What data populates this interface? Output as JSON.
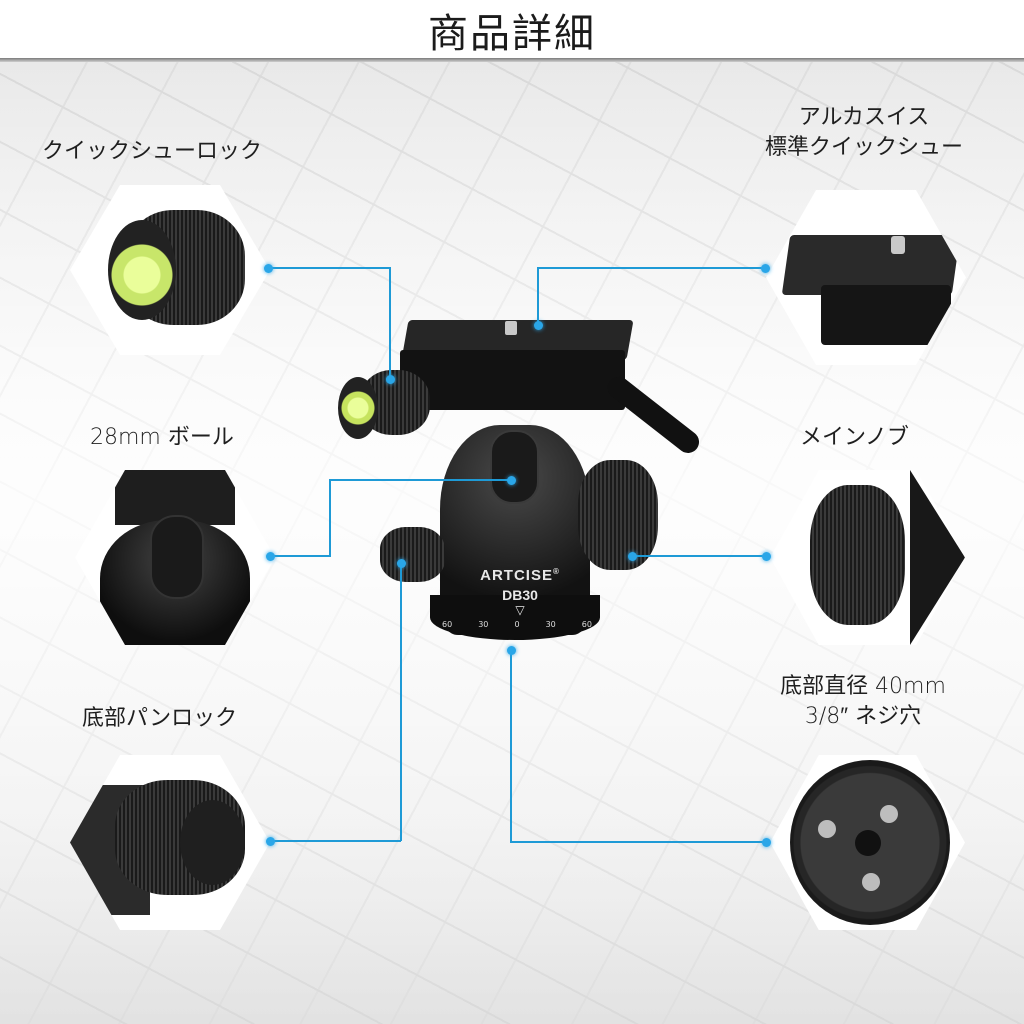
{
  "header": {
    "title": "商品詳細"
  },
  "callouts": [
    {
      "id": "quick-shoe-lock",
      "label": "クイックシューロック"
    },
    {
      "id": "arca-swiss",
      "label_line1": "アルカスイス",
      "label_line2": "標準クイックシュー"
    },
    {
      "id": "ball-28mm",
      "label": "28mm ボール"
    },
    {
      "id": "main-knob",
      "label": "メインノブ"
    },
    {
      "id": "pan-lock",
      "label": "底部パンロック"
    },
    {
      "id": "base",
      "label_line1": "底部直径 40mm",
      "label_line2": "3/8″ ネジ穴"
    }
  ],
  "product": {
    "brand": "ARTCISE",
    "brand_mark": "®",
    "model": "DB30",
    "scale_marker": "▽",
    "scale_ticks": [
      "60",
      "30",
      "0",
      "30",
      "60"
    ]
  },
  "colors": {
    "connector": "#1e9ad6",
    "dot": "#2aa6e8",
    "title": "#1b1b1b"
  }
}
